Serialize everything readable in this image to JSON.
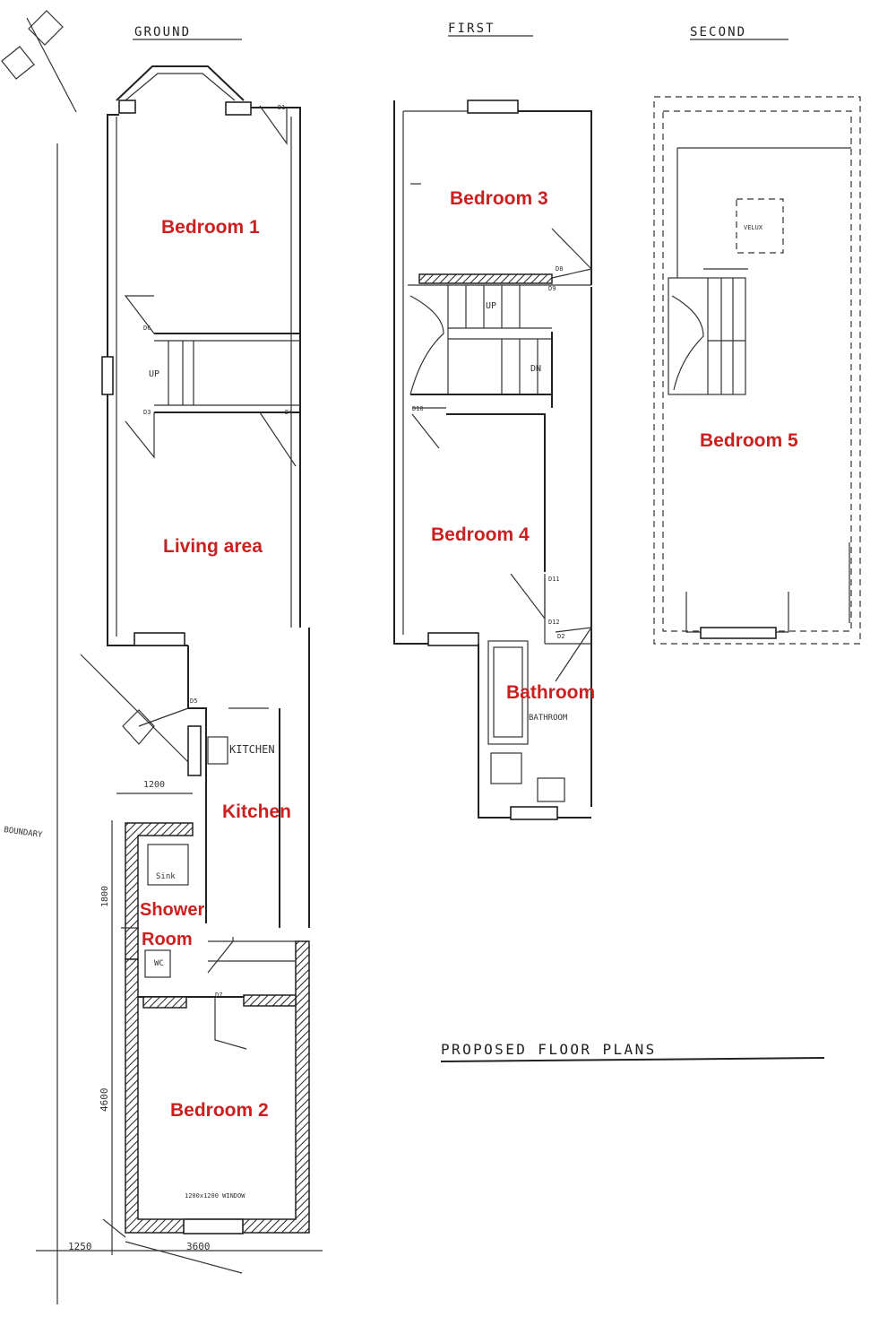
{
  "headings": {
    "ground": "GROUND",
    "first": "FIRST",
    "second": "SECOND",
    "proposed": "PROPOSED FLOOR PLANS"
  },
  "rooms": {
    "bedroom1": "Bedroom 1",
    "living": "Living area",
    "kitchen": "Kitchen",
    "shower_line1": "Shower",
    "shower_line2": "Room",
    "bedroom2": "Bedroom 2",
    "bedroom3": "Bedroom 3",
    "bedroom4": "Bedroom 4",
    "bathroom": "Bathroom",
    "bedroom5": "Bedroom 5"
  },
  "annotations": {
    "kitchen_hand": "KITCHEN",
    "bathroom_hand": "BATHROOM",
    "boundary": "BOUNDARY",
    "sink": "Sink",
    "wc": "WC",
    "up": "UP",
    "dn": "DN",
    "velux": "VELUX",
    "dim_3600": "3600",
    "dim_1250": "1250",
    "dim_4600": "4600",
    "dim_1800": "1800",
    "dim_1200": "1200",
    "window_note": "1200x1200 WINDOW",
    "door_labels": [
      "D1",
      "D2",
      "D3",
      "D4",
      "D5",
      "D6",
      "D7",
      "D8",
      "D9",
      "D10",
      "D11",
      "D12"
    ]
  },
  "colors": {
    "room_label": "#cc1f1f",
    "ink": "#222222",
    "paper": "#ffffff"
  }
}
